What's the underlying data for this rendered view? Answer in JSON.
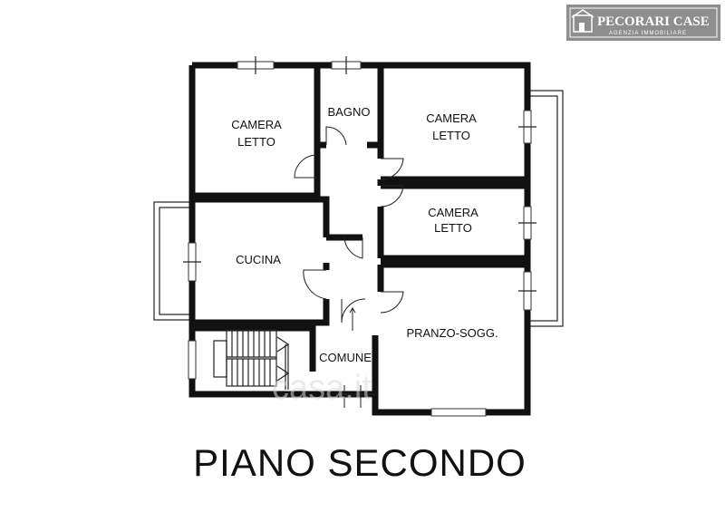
{
  "logo": {
    "name": "PECORARI CASE",
    "tagline": "AGENZIA IMMOBILIARE"
  },
  "watermark": "casa.it",
  "plan_title": "PIANO SECONDO",
  "rooms": {
    "camera_letto_1": [
      "CAMERA",
      "LETTO"
    ],
    "bagno": "BAGNO",
    "camera_letto_2": [
      "CAMERA",
      "LETTO"
    ],
    "camera_letto_3": [
      "CAMERA",
      "LETTO"
    ],
    "cucina": "CUCINA",
    "pranzo_sogg": "PRANZO-SOGG.",
    "comune": "COMUNE"
  }
}
